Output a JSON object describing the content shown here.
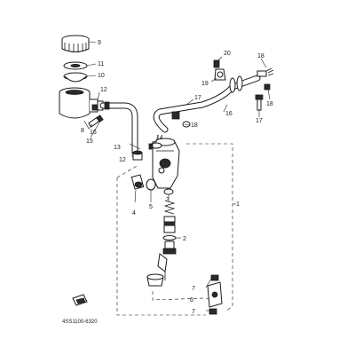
{
  "diagram": {
    "part_code": "4SS1100-6320",
    "callouts": [
      {
        "id": "c9",
        "text": "9"
      },
      {
        "id": "c11",
        "text": "11"
      },
      {
        "id": "c10",
        "text": "10"
      },
      {
        "id": "c12a",
        "text": "12"
      },
      {
        "id": "c16a",
        "text": "16"
      },
      {
        "id": "c8",
        "text": "8"
      },
      {
        "id": "c15",
        "text": "15"
      },
      {
        "id": "c20",
        "text": "20"
      },
      {
        "id": "c19",
        "text": "19"
      },
      {
        "id": "c18a",
        "text": "18"
      },
      {
        "id": "c18b",
        "text": "18"
      },
      {
        "id": "c17a",
        "text": "17"
      },
      {
        "id": "c16b",
        "text": "16"
      },
      {
        "id": "c17b",
        "text": "17"
      },
      {
        "id": "c18c",
        "text": "18"
      },
      {
        "id": "c14",
        "text": "14"
      },
      {
        "id": "c13",
        "text": "13"
      },
      {
        "id": "c12b",
        "text": "12"
      },
      {
        "id": "c4",
        "text": "4"
      },
      {
        "id": "c5",
        "text": "5"
      },
      {
        "id": "c3",
        "text": "3"
      },
      {
        "id": "c1",
        "text": "1"
      },
      {
        "id": "c2",
        "text": "2"
      },
      {
        "id": "c7a",
        "text": "7"
      },
      {
        "id": "c6",
        "text": "6"
      },
      {
        "id": "c7b",
        "text": "7"
      }
    ]
  }
}
